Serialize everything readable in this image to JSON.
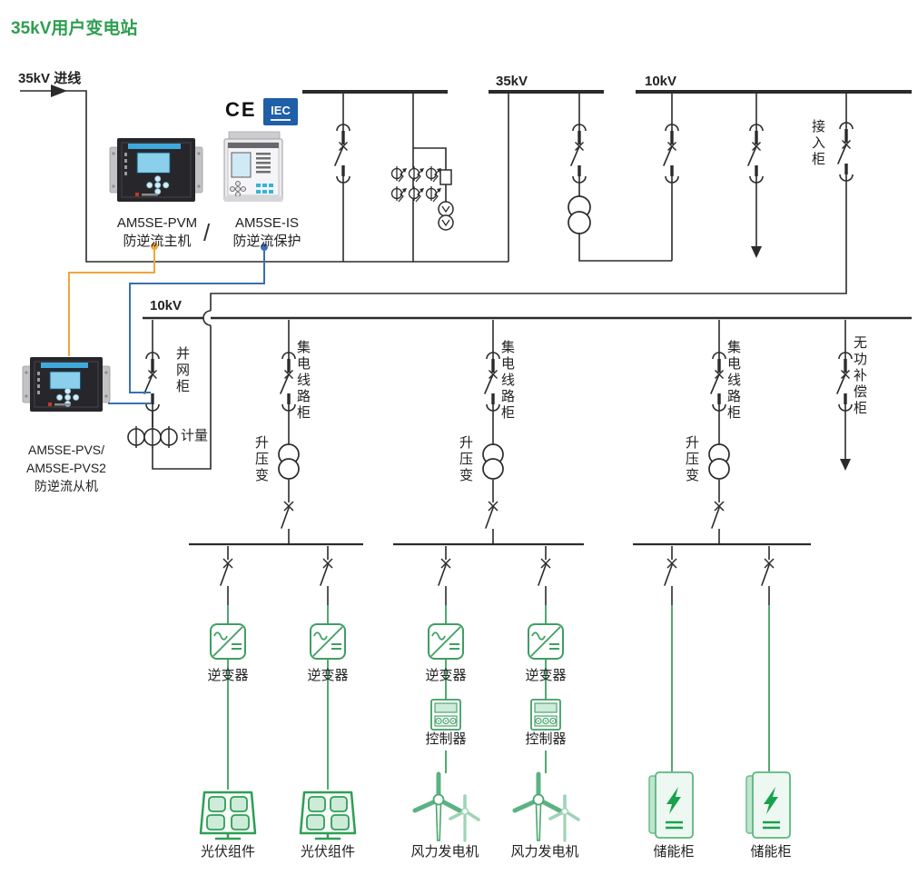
{
  "page": {
    "title": "35kV用户变电站"
  },
  "colors": {
    "title_green": "#2e9e50",
    "icon_green": "#3f9e63",
    "icon_green_fill": "#cdebd8",
    "link_orange": "#f0a53c",
    "link_blue": "#3b6fb4",
    "line_black": "#2b2b2b",
    "iec_badge_blue": "#1e5fa8"
  },
  "incoming": {
    "label": "35kV 进线"
  },
  "bus_labels": {
    "bus_35kv": "35kV",
    "bus_10kv_top": "10kV",
    "bus_10kv_lower": "10kV"
  },
  "badges": {
    "ce": "CE",
    "iec": "IEC"
  },
  "protection_devices": {
    "pvm_model": "AM5SE-PVM",
    "pvm_role": "防逆流主机",
    "separator": "/",
    "is_model": "AM5SE-IS",
    "is_role": "防逆流保护",
    "pvs_model_line1": "AM5SE-PVS/",
    "pvs_model_line2": "AM5SE-PVS2",
    "pvs_role": "防逆流从机"
  },
  "cabinet_labels": {
    "access_cabinet": "接入柜",
    "grid_tie_cabinet": "并网柜",
    "metering": "计量",
    "collector_line_cabinet": "集电线路柜",
    "step_up_transformer": "升压变",
    "reactive_power_compensation_cabinet": "无功补偿柜"
  },
  "equipment_labels": {
    "inverter": "逆变器",
    "controller": "控制器",
    "pv_module": "光伏组件",
    "wind_turbine": "风力发电机",
    "energy_storage_cabinet": "储能柜"
  }
}
